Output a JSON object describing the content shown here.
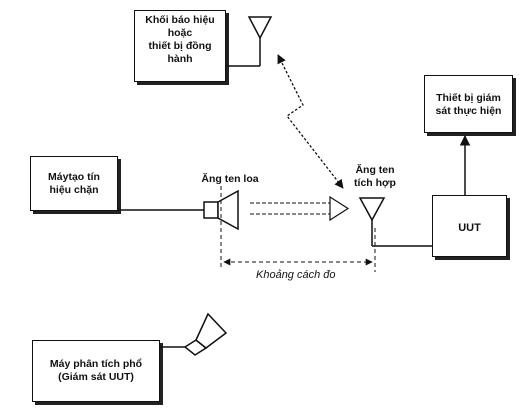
{
  "blocks": {
    "companion": {
      "line1": "Khối báo hiệu",
      "line2": "hoặc",
      "line3": "thiết bị đồng",
      "line4": "hành"
    },
    "generator": {
      "line1": "Máytạo tín",
      "line2": "hiệu chặn"
    },
    "monitor": {
      "line1": "Thiết bị giám",
      "line2": "sát thực hiện"
    },
    "uut": {
      "label": "UUT"
    },
    "analyzer": {
      "line1": "Máy phân tích phổ",
      "line2": "(Giám sát UUT)"
    }
  },
  "labels": {
    "horn_antenna": "Ăng ten loa",
    "integrated_antenna_line1": "Ăng ten",
    "integrated_antenna_line2": "tích hợp",
    "measurement_distance": "Khoảng cách đo"
  }
}
